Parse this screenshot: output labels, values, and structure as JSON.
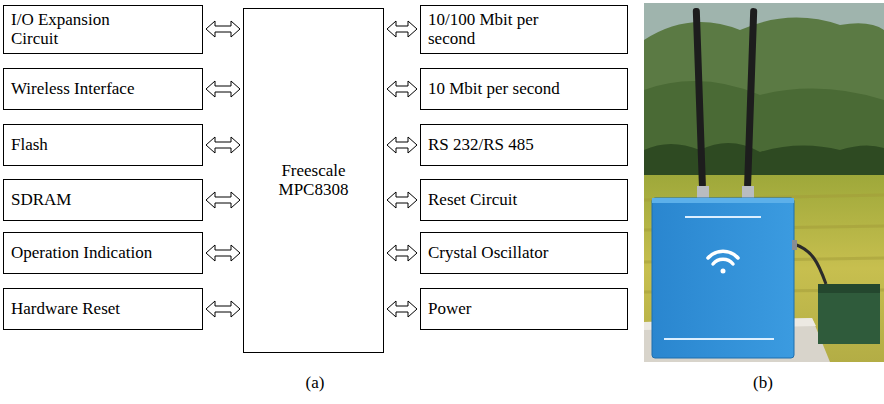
{
  "diagram": {
    "nodes": [
      {
        "text": [
          "I/O Expansion Circuit"
        ]
      },
      {
        "text": [
          "Wireless Interface"
        ]
      },
      {
        "text": [
          "Flash"
        ]
      },
      {
        "text": [
          "SDRAM"
        ]
      },
      {
        "text": [
          "Operation Indication"
        ]
      },
      {
        "text": [
          "Hardware Reset"
        ]
      },
      {
        "text": [
          "Freescale MPC8308"
        ]
      },
      {
        "text": [
          "10/100 Mbit per second"
        ]
      },
      {
        "text": [
          "10 Mbit per second"
        ]
      },
      {
        "text": [
          "RS 232/RS 485"
        ]
      },
      {
        "text": [
          "Reset Circuit"
        ]
      },
      {
        "text": [
          "Crystal Oscillator"
        ]
      },
      {
        "text": [
          "Power"
        ]
      }
    ],
    "edges": [
      {
        "from": 6,
        "to": 0,
        "arrow": "both"
      },
      {
        "from": 6,
        "to": 1,
        "arrow": "both"
      },
      {
        "from": 6,
        "to": 2,
        "arrow": "both"
      },
      {
        "from": 6,
        "to": 3,
        "arrow": "both"
      },
      {
        "from": 6,
        "to": 4,
        "arrow": "both"
      },
      {
        "from": 6,
        "to": 5,
        "arrow": "both"
      },
      {
        "from": 6,
        "to": 7,
        "arrow": "both"
      },
      {
        "from": 6,
        "to": 8,
        "arrow": "both"
      },
      {
        "from": 6,
        "to": 9,
        "arrow": "both"
      },
      {
        "from": 6,
        "to": 10,
        "arrow": "both"
      },
      {
        "from": 6,
        "to": 11,
        "arrow": "both"
      },
      {
        "from": 6,
        "to": 12,
        "arrow": "both"
      }
    ],
    "labels": [
      "(a)",
      "(b)"
    ]
  }
}
